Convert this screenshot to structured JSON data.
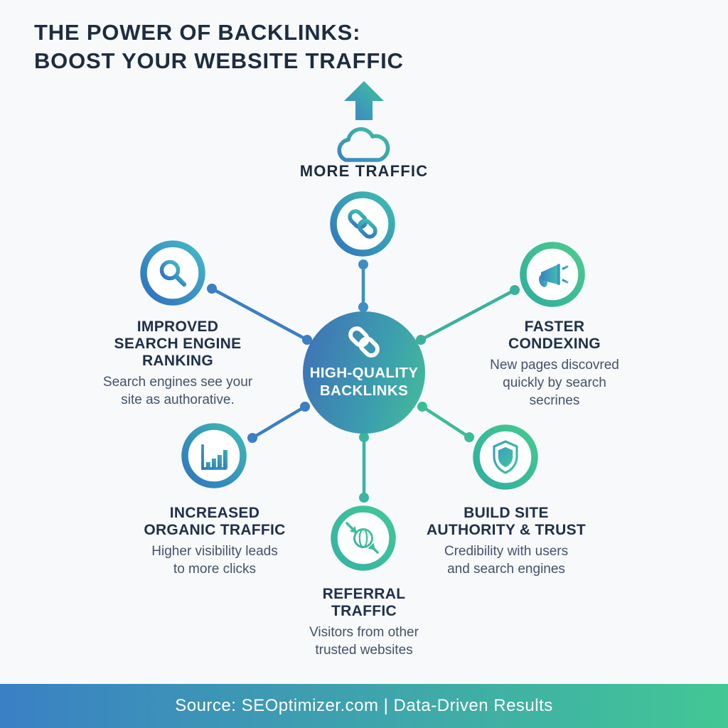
{
  "title": {
    "line1": "THE POWER OF BACKLINKS:",
    "line2": "BOOST YOUR WEBSITE TRAFFIC"
  },
  "top_label": "MORE TRAFFIC",
  "hub": {
    "line1": "HIGH-QUALITY",
    "line2": "BACKLINKS",
    "icon": "chain-link-icon"
  },
  "benefits": [
    {
      "icon": "magnifier-icon",
      "title_lines": [
        "IMPROVED",
        "SEARCH ENGINE",
        "RANKING"
      ],
      "desc_lines": [
        "Search engines see your",
        "site as authorative."
      ]
    },
    {
      "icon": "megaphone-icon",
      "title_lines": [
        "FASTER",
        "CONDEXING"
      ],
      "desc_lines": [
        "New pages discovred",
        "quickly by search",
        "secrines"
      ]
    },
    {
      "icon": "bar-chart-icon",
      "title_lines": [
        "INCREASED",
        "ORGANIC TRAFFIC"
      ],
      "desc_lines": [
        "Higher visibility leads",
        "to more clicks"
      ]
    },
    {
      "icon": "shield-icon",
      "title_lines": [
        "BUILD SITE",
        "AUTHORITY & TRUST"
      ],
      "desc_lines": [
        "Credibility with users",
        "and search engines"
      ]
    },
    {
      "icon": "globe-referral-icon",
      "title_lines": [
        "REFERRAL",
        "TRAFFIC"
      ],
      "desc_lines": [
        "Visitors from other",
        "trusted websites"
      ]
    }
  ],
  "top_icon": "arrow-up-cloud-icon",
  "footer": {
    "text": "Source: SEOptimizer.com | Data-Driven Results"
  },
  "colors": {
    "navy": "#1e2c40",
    "body_text": "#44526a",
    "blue": "#3b82c6",
    "teal": "#3fbfae",
    "green": "#45c98f",
    "footer_left": "#3a80c4",
    "footer_right": "#42c795",
    "background": "#f7f9fa"
  }
}
